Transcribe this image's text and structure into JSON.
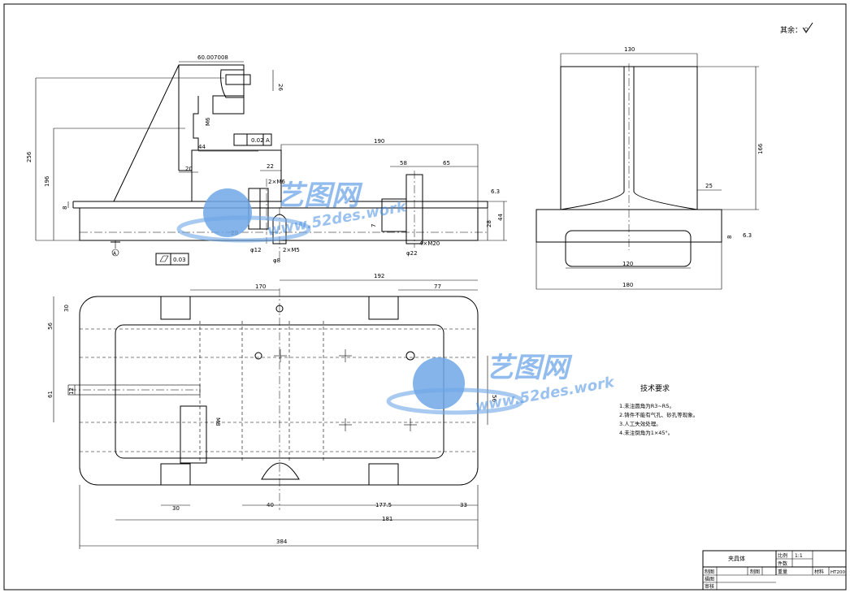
{
  "surface_note": "其余：",
  "dims_front": {
    "top_w": "60.007008",
    "d26": "26",
    "d256": "256",
    "d196": "196",
    "d8": "8",
    "d44": "44",
    "d20": "20",
    "tol": "0.02",
    "datum": "A",
    "d190": "190",
    "d22": "22",
    "d58": "58",
    "d65": "65",
    "thread1": "2×M6",
    "d28": "28",
    "d44r": "44",
    "rough1": "6.3",
    "d7": "7",
    "d20b": "20",
    "phi12": "φ12",
    "phi8": "φ8",
    "d2m5": "2×M5",
    "phi22": "φ22",
    "m20": "4×M20",
    "flat": "0.03",
    "m6b": "M6",
    "datum_a": "A"
  },
  "dims_side": {
    "w130": "130",
    "h166": "166",
    "d25": "25",
    "d8": "8",
    "rough": "6.3",
    "w120": "120",
    "w180": "180"
  },
  "dims_plan": {
    "d170": "170",
    "d192": "192",
    "d77": "77",
    "d30": "30",
    "d56": "56",
    "d12": "12",
    "d61": "61",
    "d56r": "56",
    "m8": "M8",
    "d30b": "30",
    "d40": "40",
    "d177": "177.5",
    "d33": "33",
    "d181": "181",
    "d384": "384"
  },
  "tech": {
    "title": "技术要求",
    "items": [
      "1.未注圆角为R3~R5。",
      "2.铸件不能有气孔、砂孔等现象。",
      "3.人工失效处理。",
      "4.未注倒角为1×45°。"
    ]
  },
  "watermark": {
    "brand": "艺图网",
    "url": "www.52des.work"
  },
  "titleblock": {
    "part_name": "夹具体",
    "ratio_label": "比例",
    "ratio_val": "1:1",
    "qty_label": "件数",
    "draw_label": "制图",
    "draw2_label": "制图",
    "weight_label": "重量",
    "mat_label": "材料",
    "mat_val": "HT200",
    "check_label": "描图",
    "review_label": "审核"
  }
}
